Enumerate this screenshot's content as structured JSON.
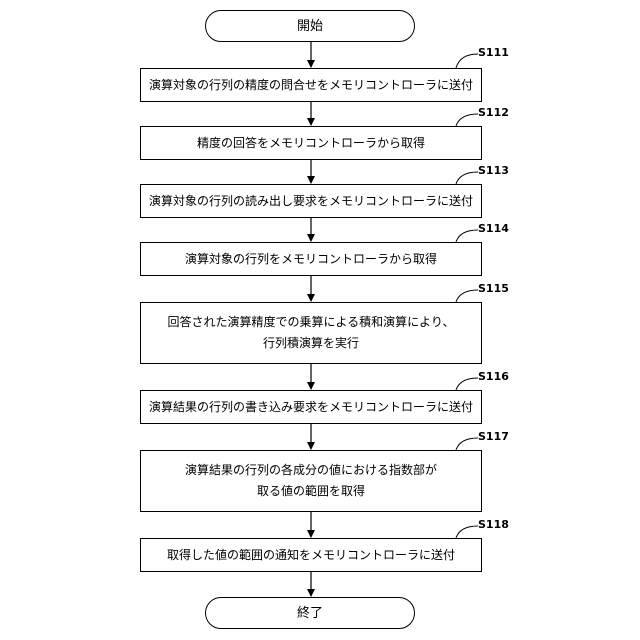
{
  "start": "開始",
  "end": "終了",
  "steps": [
    {
      "id": "S111",
      "lines": [
        "演算対象の行列の精度の問合せをメモリコントローラに送付"
      ]
    },
    {
      "id": "S112",
      "lines": [
        "精度の回答をメモリコントローラから取得"
      ]
    },
    {
      "id": "S113",
      "lines": [
        "演算対象の行列の読み出し要求をメモリコントローラに送付"
      ]
    },
    {
      "id": "S114",
      "lines": [
        "演算対象の行列をメモリコントローラから取得"
      ]
    },
    {
      "id": "S115",
      "lines": [
        "回答された演算精度での乗算による積和演算により、",
        "行列積演算を実行"
      ]
    },
    {
      "id": "S116",
      "lines": [
        "演算結果の行列の書き込み要求をメモリコントローラに送付"
      ]
    },
    {
      "id": "S117",
      "lines": [
        "演算結果の行列の各成分の値における指数部が",
        "取る値の範囲を取得"
      ]
    },
    {
      "id": "S118",
      "lines": [
        "取得した値の範囲の通知をメモリコントローラに送付"
      ]
    }
  ]
}
